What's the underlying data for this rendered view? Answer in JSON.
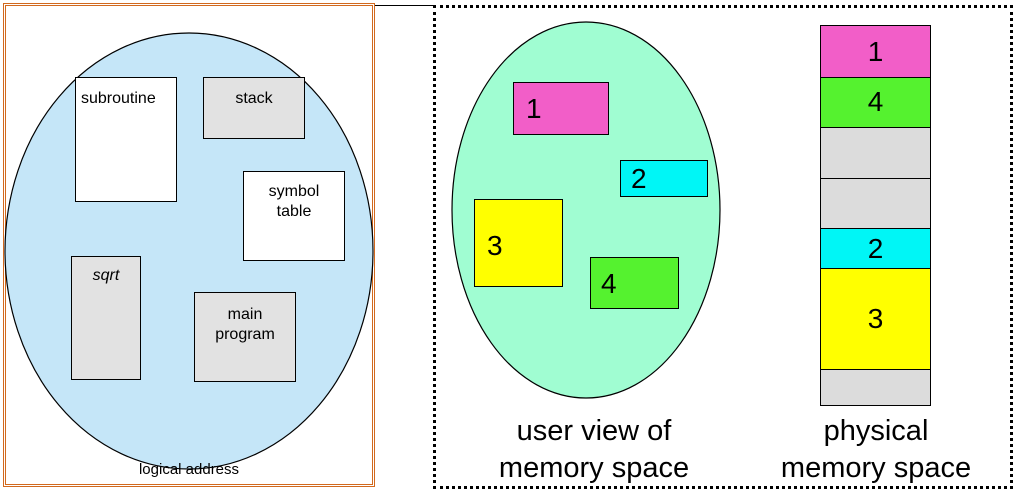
{
  "colors": {
    "logical_frame": "#d2691e",
    "logical_ellipse": "#c5e6f8",
    "user_ellipse": "#a0fdd2",
    "segment_white": "#ffffff",
    "segment_gray": "#e2e2e2",
    "seg1": "#f25ec8",
    "seg2": "#00f6f6",
    "seg3": "#ffff00",
    "seg4": "#55f22f",
    "free": "#dcdcdc"
  },
  "logical": {
    "caption": "logical address",
    "segments": {
      "subroutine": "subroutine",
      "stack": "stack",
      "symbol_table_line1": "symbol",
      "symbol_table_line2": "table",
      "sqrt": "sqrt",
      "main_program_line1": "main",
      "main_program_line2": "program"
    }
  },
  "user_view": {
    "caption_line1": "user view of",
    "caption_line2": "memory space",
    "segments": [
      "1",
      "2",
      "3",
      "4"
    ]
  },
  "physical": {
    "caption_line1": "physical",
    "caption_line2": "memory space",
    "blocks": [
      "1",
      "4",
      "",
      "",
      "2",
      "3",
      ""
    ]
  }
}
